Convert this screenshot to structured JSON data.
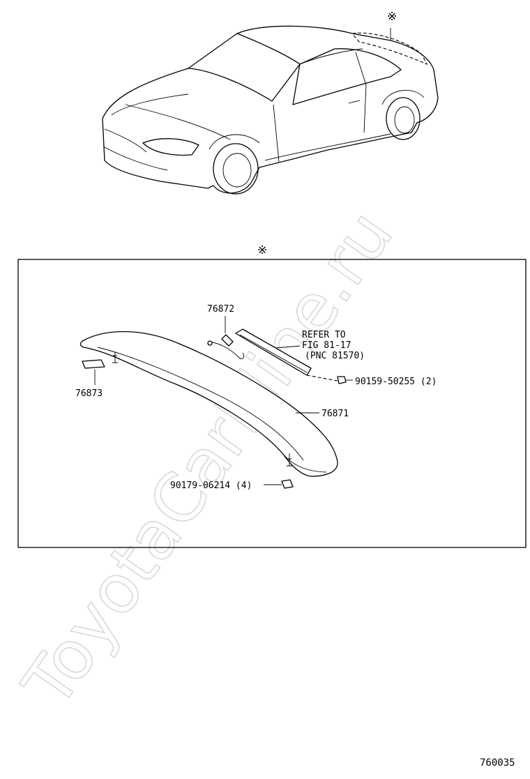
{
  "watermark": "ToyotaCarMine.ru",
  "symbols": {
    "location_marker": "※",
    "location_marker_box": "※"
  },
  "callouts": {
    "p76872": "76872",
    "p76873": "76873",
    "p76871": "76871",
    "p90159": "90159-50255 (2)",
    "p90179": "90179-06214 (4)"
  },
  "refer_note": {
    "line1": "REFER TO",
    "line2": "FIG 81-17",
    "line3": "(PNC 81570)"
  },
  "diagram_number": "760035"
}
